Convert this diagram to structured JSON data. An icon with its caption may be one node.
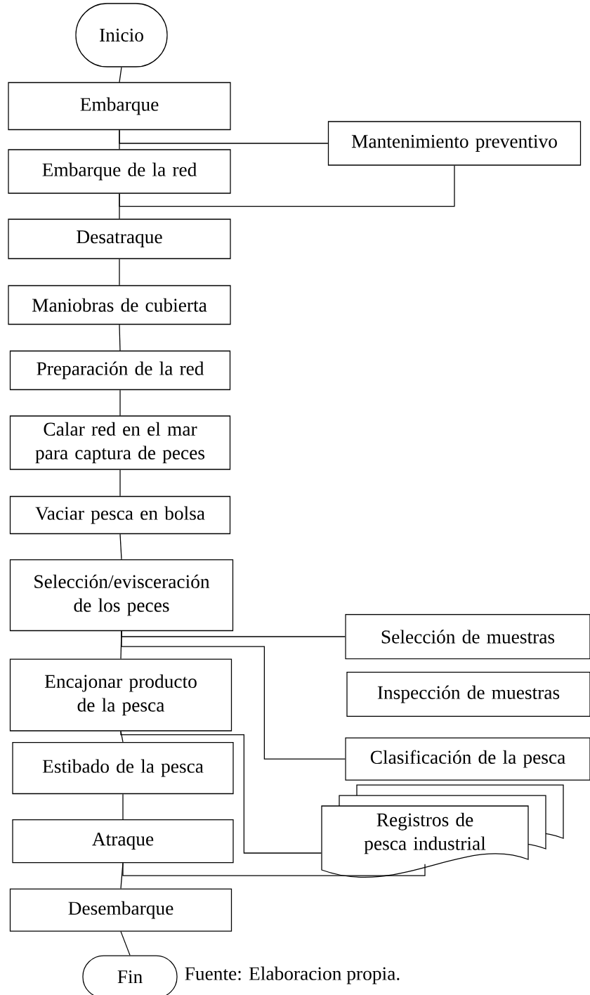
{
  "diagram": {
    "caption": "Fuente: Elaboracion propia.",
    "nodes": [
      {
        "text": [
          "Inicio"
        ]
      },
      {
        "text": [
          "Embarque"
        ]
      },
      {
        "text": [
          "Mantenimiento preventivo"
        ]
      },
      {
        "text": [
          "Embarque de la red"
        ]
      },
      {
        "text": [
          "Desatraque"
        ]
      },
      {
        "text": [
          "Maniobras de cubierta"
        ]
      },
      {
        "text": [
          "Preparación de la red"
        ]
      },
      {
        "text": [
          "Calar red en el mar para captura de peces"
        ]
      },
      {
        "text": [
          "Vaciar pesca en bolsa"
        ]
      },
      {
        "text": [
          "Selección/evisceración de los peces"
        ]
      },
      {
        "text": [
          "Selección de muestras"
        ]
      },
      {
        "text": [
          "Encajonar producto de la pesca"
        ]
      },
      {
        "text": [
          "Inspección de muestras"
        ]
      },
      {
        "text": [
          "Estibado de la pesca"
        ]
      },
      {
        "text": [
          "Clasificación de la pesca"
        ]
      },
      {
        "text": [
          "Atraque"
        ]
      },
      {
        "text": [
          "Registros de pesca industrial"
        ]
      },
      {
        "text": [
          "Desembarque"
        ]
      },
      {
        "text": [
          "Fin"
        ]
      }
    ],
    "edges": [
      {
        "from": 0,
        "to": 1,
        "arrow": "none"
      },
      {
        "from": 1,
        "to": 3,
        "arrow": "none"
      },
      {
        "from": 1,
        "to": 2,
        "arrow": "none"
      },
      {
        "from": 3,
        "to": 2,
        "arrow": "none"
      },
      {
        "from": 3,
        "to": 4,
        "arrow": "none"
      },
      {
        "from": 4,
        "to": 5,
        "arrow": "none"
      },
      {
        "from": 5,
        "to": 6,
        "arrow": "none"
      },
      {
        "from": 6,
        "to": 7,
        "arrow": "none"
      },
      {
        "from": 7,
        "to": 8,
        "arrow": "none"
      },
      {
        "from": 8,
        "to": 9,
        "arrow": "none"
      },
      {
        "from": 9,
        "to": 11,
        "arrow": "none"
      },
      {
        "from": 9,
        "to": 10,
        "arrow": "none"
      },
      {
        "from": 9,
        "to": 14,
        "arrow": "none"
      },
      {
        "from": 11,
        "to": 13,
        "arrow": "none"
      },
      {
        "from": 11,
        "to": 16,
        "arrow": "none"
      },
      {
        "from": 13,
        "to": 15,
        "arrow": "none"
      },
      {
        "from": 15,
        "to": 17,
        "arrow": "none"
      },
      {
        "from": 15,
        "to": 16,
        "arrow": "none"
      },
      {
        "from": 17,
        "to": 18,
        "arrow": "none"
      }
    ]
  }
}
